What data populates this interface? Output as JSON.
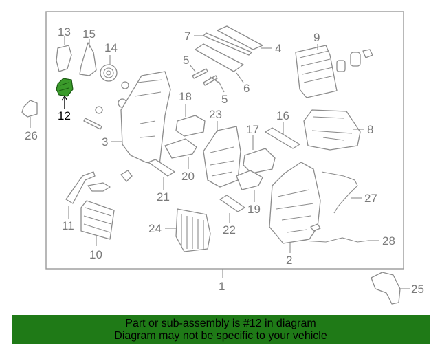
{
  "diagram": {
    "highlight_color": "#3a9a2a",
    "callouts": {
      "c1": "1",
      "c2": "2",
      "c3": "3",
      "c4": "4",
      "c5a": "5",
      "c5b": "5",
      "c6": "6",
      "c7": "7",
      "c8": "8",
      "c9": "9",
      "c10": "10",
      "c11": "11",
      "c12": "12",
      "c13": "13",
      "c14": "14",
      "c15": "15",
      "c16": "16",
      "c17": "17",
      "c18": "18",
      "c19": "19",
      "c20": "20",
      "c21": "21",
      "c22": "22",
      "c23": "23",
      "c24": "24",
      "c25": "25",
      "c26": "26",
      "c27": "27",
      "c28": "28"
    }
  },
  "banner": {
    "line1": "Part or sub-assembly is #12 in diagram",
    "line2": "Diagram may not be specific to your vehicle",
    "background": "#1f7a17"
  }
}
